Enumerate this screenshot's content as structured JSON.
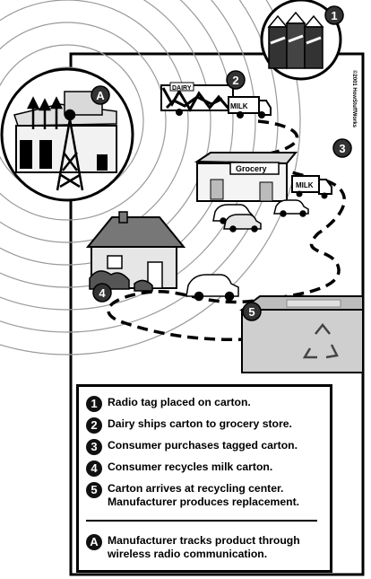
{
  "copyright": "©2001 HowStuffWorks",
  "scene_labels": {
    "dairy_truck": "DAIRY",
    "milk_truck_1": "MILK",
    "grocery_sign": "Grocery",
    "milk_truck_2": "MILK"
  },
  "callouts": [
    {
      "marker": "1"
    },
    {
      "marker": "2"
    },
    {
      "marker": "3"
    },
    {
      "marker": "4"
    },
    {
      "marker": "5"
    },
    {
      "marker": "A"
    }
  ],
  "legend": {
    "steps": [
      {
        "marker": "1",
        "text": "Radio tag placed on carton."
      },
      {
        "marker": "2",
        "text": "Dairy ships carton to grocery store."
      },
      {
        "marker": "3",
        "text": "Consumer purchases tagged carton."
      },
      {
        "marker": "4",
        "text": "Consumer recycles milk carton."
      },
      {
        "marker": "5",
        "text": "Carton arrives at recycling center.\nManufacturer produces replacement."
      }
    ],
    "note": {
      "marker": "A",
      "text": "Manufacturer tracks product through\nwireless radio communication."
    }
  }
}
